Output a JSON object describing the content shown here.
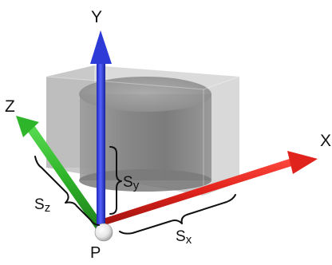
{
  "labels": {
    "axis_x": "X",
    "axis_y": "Y",
    "axis_z": "Z",
    "origin": "P",
    "size_x": {
      "main": "S",
      "sub": "x"
    },
    "size_y": {
      "main": "S",
      "sub": "y"
    },
    "size_z": {
      "main": "S",
      "sub": "z"
    }
  },
  "colors": {
    "x_axis": "#e0231c",
    "y_axis": "#2f3bd6",
    "z_axis": "#2fb52a",
    "box_face": "#b9b9b9",
    "cylinder": "#8c8c8c",
    "origin_sphere": "#f2f2f2",
    "bracket": "#111111"
  }
}
